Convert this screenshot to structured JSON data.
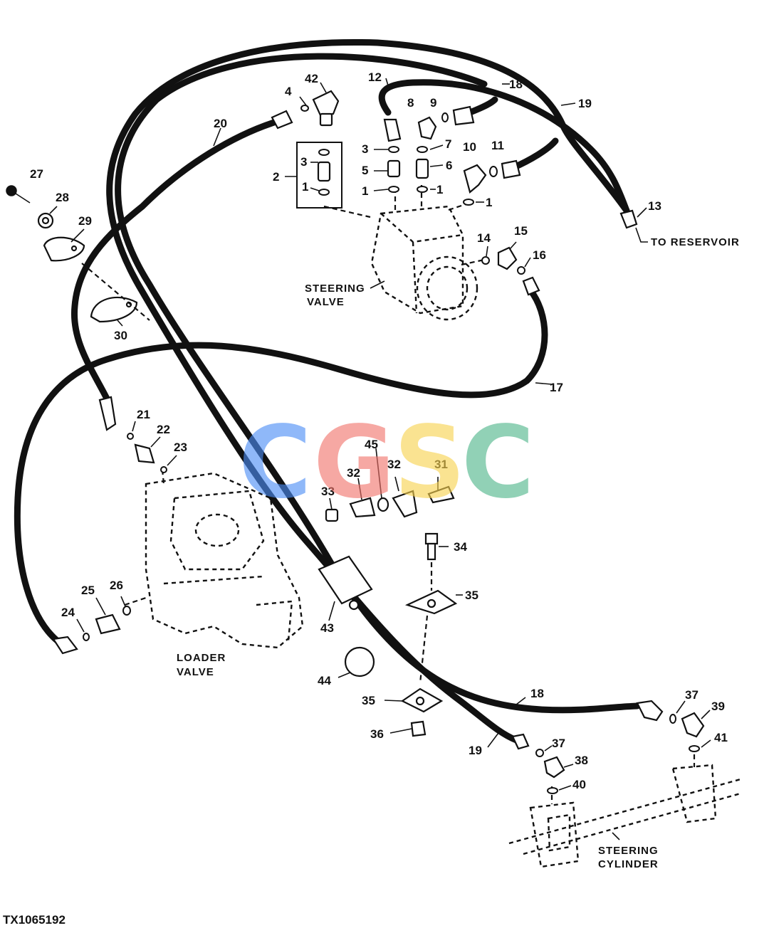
{
  "figure_id": "TX1065192",
  "components": {
    "steering_valve": [
      "STEERING",
      "VALVE"
    ],
    "loader_valve": [
      "LOADER",
      "VALVE"
    ],
    "steering_cylinder": [
      "STEERING",
      "CYLINDER"
    ],
    "to_reservoir": "TO RESERVOIR"
  },
  "watermark": {
    "letters": [
      "C",
      "G",
      "S",
      "C"
    ],
    "colors": [
      "#4c8df6",
      "#f2736b",
      "#f8d24e",
      "#4fb58a"
    ]
  },
  "callouts": {
    "n1a": "1",
    "n1b": "1",
    "n1c": "1",
    "n1d": "1",
    "n2": "2",
    "n3a": "3",
    "n3b": "3",
    "n4": "4",
    "n5": "5",
    "n6": "6",
    "n7": "7",
    "n8": "8",
    "n9": "9",
    "n10": "10",
    "n11": "11",
    "n12": "12",
    "n13": "13",
    "n14": "14",
    "n15": "15",
    "n16": "16",
    "n17": "17",
    "n18a": "18",
    "n18b": "18",
    "n19a": "19",
    "n19b": "19",
    "n20": "20",
    "n21": "21",
    "n22": "22",
    "n23": "23",
    "n24": "24",
    "n25": "25",
    "n26": "26",
    "n27": "27",
    "n28": "28",
    "n29": "29",
    "n30": "30",
    "n31": "31",
    "n32a": "32",
    "n32b": "32",
    "n33": "33",
    "n34": "34",
    "n35a": "35",
    "n35b": "35",
    "n36": "36",
    "n37a": "37",
    "n37b": "37",
    "n38": "38",
    "n39": "39",
    "n40": "40",
    "n41": "41",
    "n42": "42",
    "n43": "43",
    "n44": "44",
    "n45": "45"
  }
}
